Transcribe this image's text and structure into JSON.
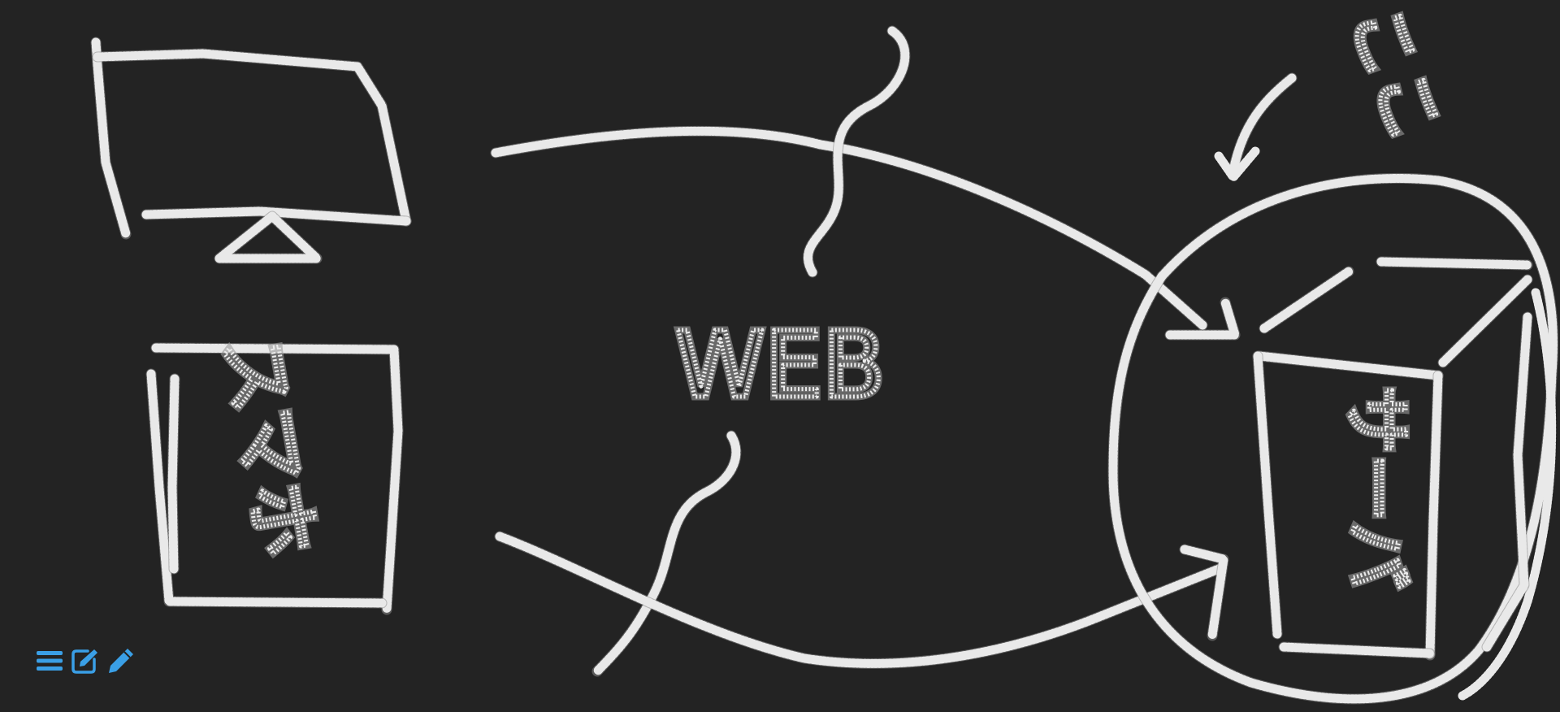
{
  "board": {
    "background": "#232323",
    "chalk_color": "#e9e9e9",
    "labels": {
      "smartphone": "スマホ",
      "web": "WEB",
      "server": "サーバ",
      "here": "ここ"
    }
  },
  "toolbar": {
    "accent": "#3a9fe6",
    "buttons": [
      {
        "icon": "menu-icon"
      },
      {
        "icon": "edit-square-icon"
      },
      {
        "icon": "pencil-icon"
      }
    ]
  }
}
